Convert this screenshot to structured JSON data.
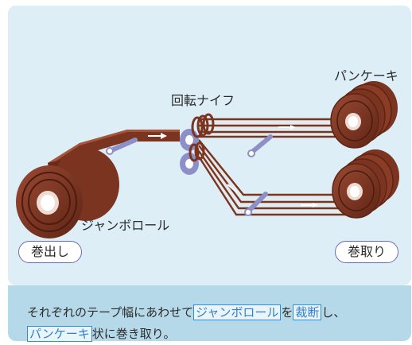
{
  "labels": {
    "knife": "回転ナイフ",
    "pancake": "パンケーキ",
    "jumbo_roll": "ジャンボロール",
    "unwind": "巻出し",
    "rewind": "巻取り"
  },
  "caption": {
    "part1": "それぞれのテープ幅にあわせて",
    "term1": "ジャンボロール",
    "part2": "を",
    "term2": "裁断",
    "part3": "し、",
    "term3": "パンケーキ",
    "part4": "状に巻き取り。"
  },
  "colors": {
    "panel_bg": "#ddeef6",
    "caption_bg": "#b6d9ea",
    "tape": "#7a3420",
    "tape_light": "#a5553a",
    "roller": "#8d8fc8",
    "highlight": "#2f8fd6"
  }
}
